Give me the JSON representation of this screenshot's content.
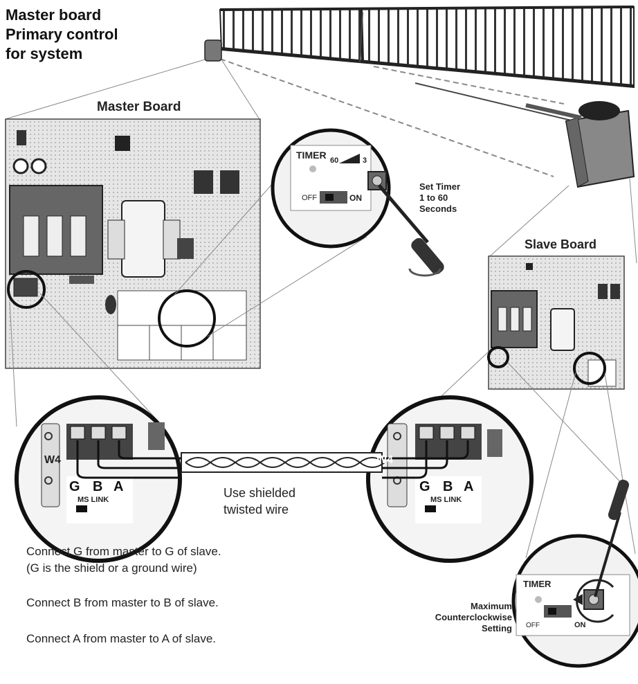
{
  "title_lines": [
    "Master board",
    "Primary control",
    "for system"
  ],
  "master_board_label": "Master Board",
  "slave_board_label": "Slave Board",
  "timer_label": "TIMER",
  "timer_scale_max": "60",
  "timer_scale_min": "3",
  "switch_off": "OFF",
  "switch_on": "ON",
  "set_timer_lines": [
    "Set Timer",
    "1 to 60",
    "Seconds"
  ],
  "terminal_letters": [
    "G",
    "B",
    "A"
  ],
  "ms_link_label": "MS LINK",
  "jumper_label": "W4",
  "wire_note_lines": [
    "Use shielded",
    "twisted  wire"
  ],
  "instructions": [
    "Connect G from master to G of slave.",
    "(G is the shield or a ground wire)",
    "Connect B from master to B of slave.",
    "Connect A from master to A of slave."
  ],
  "max_ccw_lines": [
    "Maximum",
    "Counterclockwise",
    "Setting"
  ]
}
